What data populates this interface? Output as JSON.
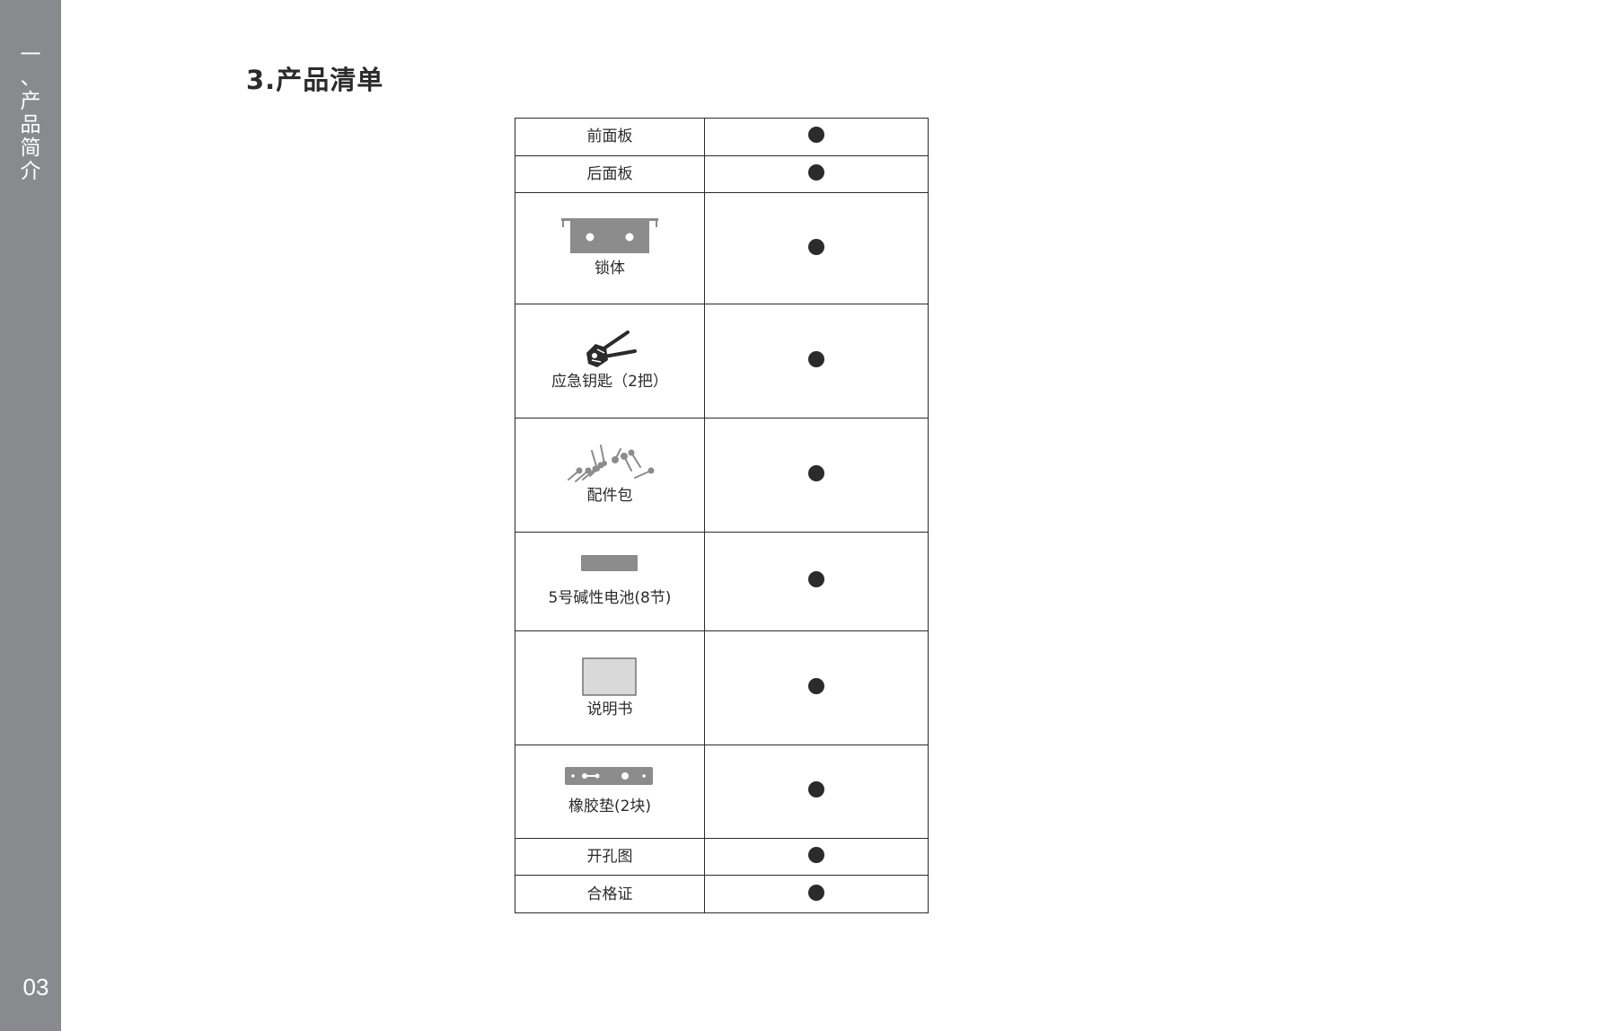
{
  "sidebar": {
    "section_chars": [
      "一",
      "、",
      "产",
      "品",
      "简",
      "介"
    ],
    "page_number": "03"
  },
  "heading": "3.产品清单",
  "checklist": {
    "mark_symbol": "●",
    "rows": [
      {
        "label": "前面板",
        "icon": "",
        "included": true
      },
      {
        "label": "后面板",
        "icon": "",
        "included": true
      },
      {
        "label": "锁体",
        "icon": "lock-body-icon",
        "included": true
      },
      {
        "label": "应急钥匙（2把）",
        "icon": "key-icon",
        "included": true
      },
      {
        "label": "配件包",
        "icon": "screws-icon",
        "included": true
      },
      {
        "label": "5号碱性电池(8节)",
        "icon": "battery-icon",
        "included": true
      },
      {
        "label": "说明书",
        "icon": "manual-icon",
        "included": true
      },
      {
        "label": "橡胶垫(2块)",
        "icon": "rubber-pad-icon",
        "included": true
      },
      {
        "label": "开孔图",
        "icon": "",
        "included": true
      },
      {
        "label": "合格证",
        "icon": "",
        "included": true
      }
    ]
  },
  "colors": {
    "sidebar": "#898a8d",
    "text": "#2b2b2b",
    "icon_gray": "#8c8c8c"
  }
}
